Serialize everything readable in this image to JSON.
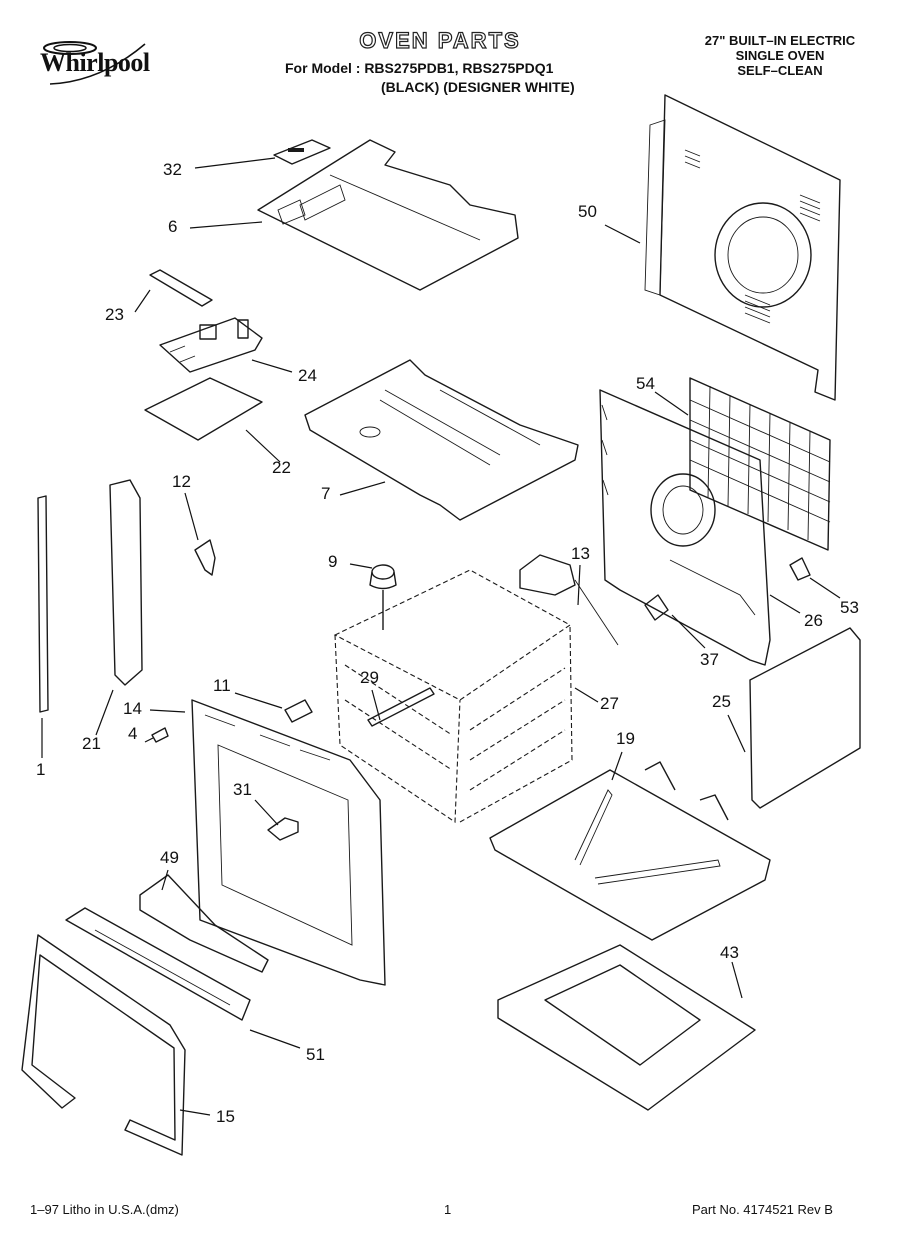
{
  "header": {
    "brand": "Whirlpool",
    "title": "OVEN PARTS",
    "model_line": "For Model : RBS275PDB1, RBS275PDQ1",
    "model_variants": "(BLACK) (DESIGNER WHITE)",
    "product_line1": "27\" BUILT–IN ELECTRIC",
    "product_line2": "SINGLE OVEN",
    "product_line3": "SELF–CLEAN"
  },
  "callouts": {
    "c32": "32",
    "c6": "6",
    "c50": "50",
    "c23": "23",
    "c24": "24",
    "c22": "22",
    "c7": "7",
    "c54": "54",
    "c12": "12",
    "c9": "9",
    "c13": "13",
    "c53": "53",
    "c26": "26",
    "c37": "37",
    "c11": "11",
    "c29": "29",
    "c27": "27",
    "c14": "14",
    "c4": "4",
    "c21": "21",
    "c1": "1",
    "c25": "25",
    "c19": "19",
    "c31": "31",
    "c49": "49",
    "c43": "43",
    "c51": "51",
    "c15": "15"
  },
  "footer": {
    "print_info": "1–97 Litho in U.S.A.(dmz)",
    "page_number": "1",
    "part_number": "Part No. 4174521 Rev B"
  }
}
